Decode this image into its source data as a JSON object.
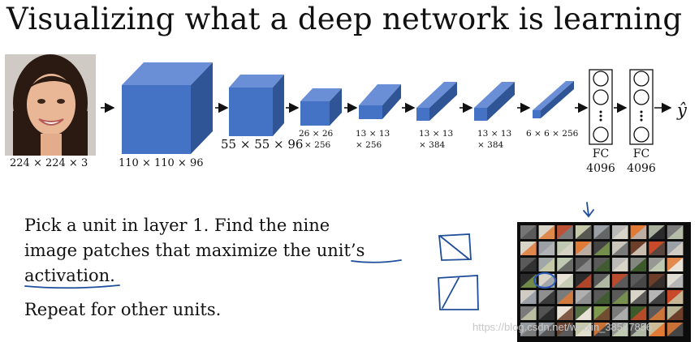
{
  "title": "Visualizing what a deep network is learning",
  "network": {
    "input_label": "224 × 224 × 3",
    "layers": [
      {
        "label": "110 × 110 × 96"
      },
      {
        "label": "55 × 55 × 96"
      },
      {
        "label_line1": "26 × 26",
        "label_line2": "× 256"
      },
      {
        "label_line1": "13 × 13",
        "label_line2": "× 256"
      },
      {
        "label_line1": "13 × 13",
        "label_line2": "× 384"
      },
      {
        "label_line1": "13 × 13",
        "label_line2": "× 384"
      },
      {
        "label": "6 × 6 × 256"
      }
    ],
    "fc_layers": [
      {
        "name": "FC",
        "size": "4096"
      },
      {
        "name": "FC",
        "size": "4096"
      }
    ],
    "output": "ŷ"
  },
  "text": {
    "line1": "Pick a unit in layer 1. Find the nine",
    "line2_pre": "image patches that maximize the ",
    "line2_underlined": "unit’s",
    "line3_underlined": "activation",
    "line3_post": ".",
    "line4": "Repeat for other units."
  },
  "colors": {
    "cube_front": "#4472c4",
    "cube_top": "#6b8fd6",
    "cube_side": "#2f5597",
    "ink": "#1f4e9a"
  },
  "watermark": "https://blog.csdn.net/weixin_38587856"
}
